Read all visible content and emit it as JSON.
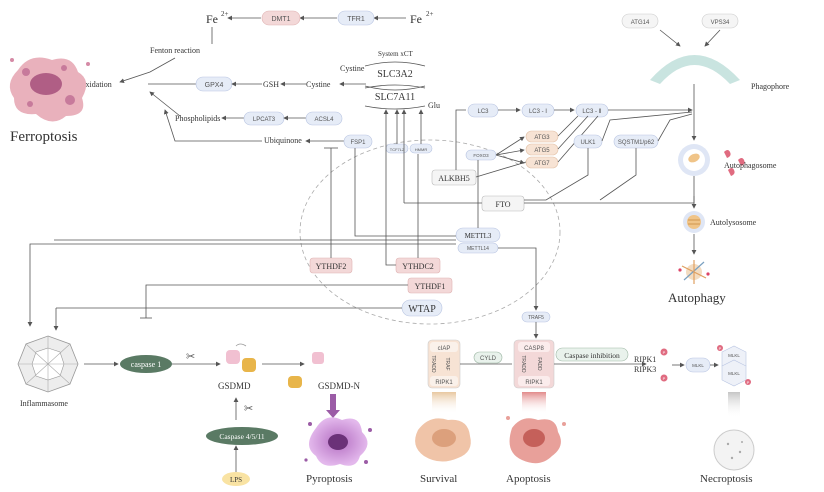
{
  "ferroptosis": {
    "fe_right": "Fe",
    "fe_right_sup": "2+",
    "tfr1": "TFR1",
    "dmt1": "DMT1",
    "fe_left": "Fe",
    "fe_left_sup": "2+",
    "fenton": "Fenton reaction",
    "lipid_perox": "Lipid peroxidation",
    "gpx4": "GPX4",
    "gsh": "GSH",
    "cystine_a": "Cystine",
    "cystine_b": "Cystine",
    "system": "System  xCT",
    "slc3a2": "SLC3A2",
    "slc7a11": "SLC7A11",
    "glu": "Glu",
    "phospholipids": "Phospholipids",
    "lpcat3": "LPCAT3",
    "acsl4": "ACSL4",
    "ubiquinone": "Ubiquinone",
    "fsp1": "FSP1",
    "title": "Ferroptosis"
  },
  "autophagy": {
    "atg14": "ATG14",
    "vps34": "VPS34",
    "phagophore": "Phagophore",
    "lc3": "LC3",
    "lc3_1": "LC3 - Ⅰ",
    "lc3_2": "LC3 - Ⅱ",
    "atg3": "ATG3",
    "atg5": "ATG5",
    "atg7": "ATG7",
    "foxo3": "FOXO3",
    "ulk1": "ULK1",
    "sqstm1": "SQSTM1/p62",
    "autophagosome": "Autophagosome",
    "autolysosome": "Autolysosome",
    "title": "Autophagy"
  },
  "center": {
    "tcf7l2": "TCF7L2",
    "hmmr": "HMMR",
    "alkbh5": "ALKBH5",
    "fto": "FTO",
    "mettl3": "METTL3",
    "mettl14": "METTL14",
    "ythdf2": "YTHDF2",
    "ythdc2": "YTHDC2",
    "ythdf1": "YTHDF1",
    "wtap": "WTAP"
  },
  "pyroptosis": {
    "inflammasome": "Inflammasome",
    "caspase1": "caspase 1",
    "gsdmd": "GSDMD",
    "gsdmd_n": "GSDMD-N",
    "caspase4511": "Caspase 4/5/11",
    "lps": "LPS",
    "title": "Pyroptosis"
  },
  "apoptosis": {
    "traf5": "TRAF5",
    "ciap": "cIAP",
    "tradd_l": "TRADD",
    "traf": "TRAF",
    "ripk1_l": "RIPK1",
    "cyld": "CYLD",
    "casp8": "CASP8",
    "tradd_r": "TRADD",
    "fadd": "FADD",
    "ripk1_r": "RIPK1",
    "caspase_inhibition": "Caspase inhibition",
    "survival": "Survival",
    "title": "Apoptosis"
  },
  "necroptosis": {
    "ripk1": "RIPK1",
    "ripk3": "RIPK3",
    "p": "P",
    "mlkl": "MLKL",
    "title": "Necroptosis"
  },
  "colors": {
    "pink": "#f3d8d8",
    "blue": "#e6ecf7",
    "peach": "#f7e3d4",
    "green": "#5a7a64",
    "purple": "#9b5ca6",
    "teal": "#c9e4e0",
    "pinkcell": "#e9b1bc"
  }
}
